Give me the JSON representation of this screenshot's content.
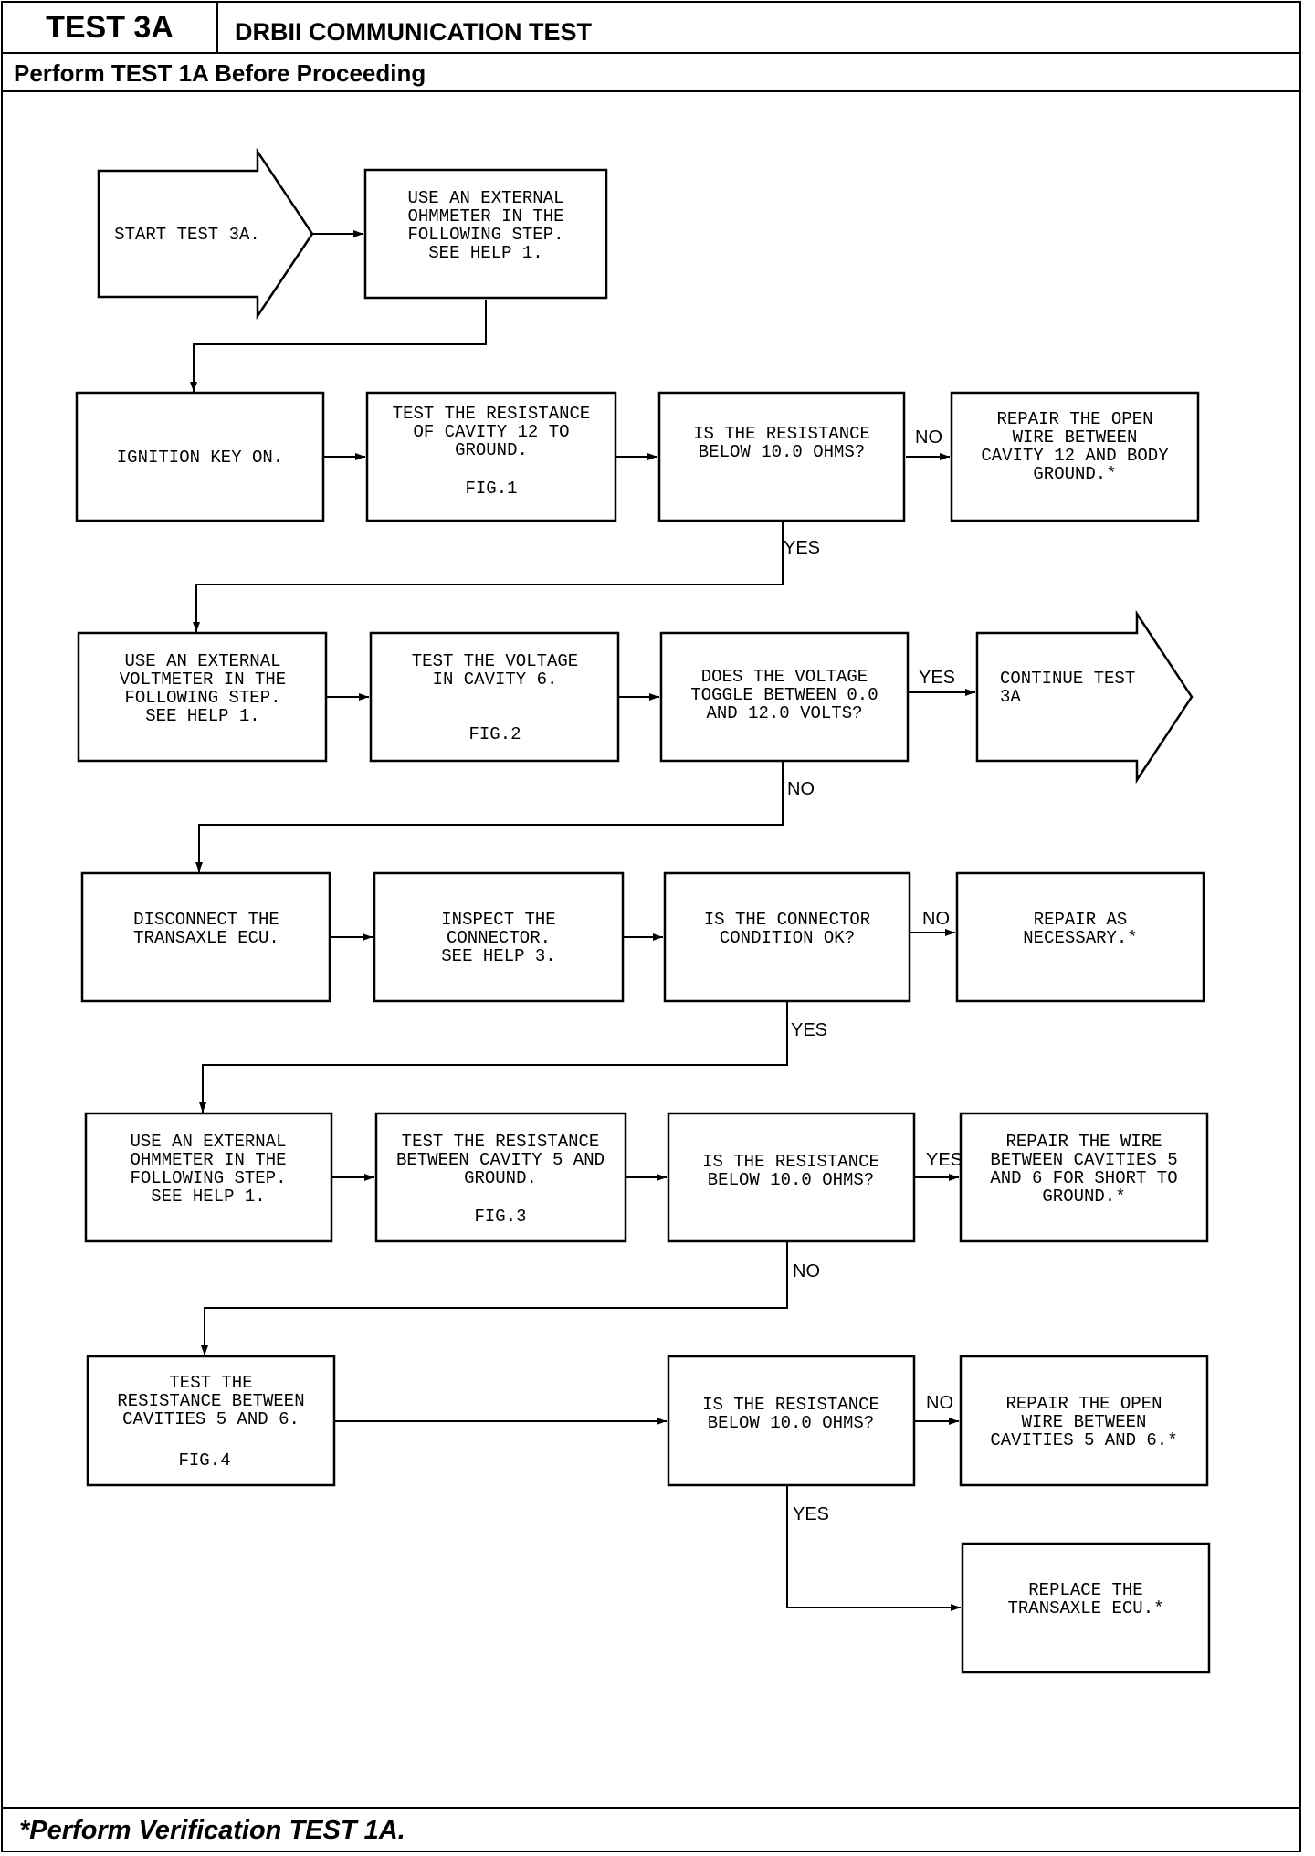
{
  "header": {
    "test_id": "TEST 3A",
    "test_name": "DRBII COMMUNICATION TEST",
    "subheader": "Perform TEST 1A Before Proceeding"
  },
  "footer": {
    "note": "*Perform Verification TEST 1A."
  },
  "nodes": {
    "start": [
      "START TEST 3A."
    ],
    "ohm_step_1": [
      "USE AN EXTERNAL",
      "OHMMETER IN THE",
      "FOLLOWING STEP.",
      "SEE HELP 1."
    ],
    "ignition": [
      "IGNITION KEY ON."
    ],
    "test_cav12": [
      "TEST THE RESISTANCE",
      "OF CAVITY 12 TO",
      "GROUND."
    ],
    "fig1": "FIG.1",
    "q_res_1": [
      "IS THE RESISTANCE",
      "BELOW 10.0 OHMS?"
    ],
    "repair_open_12": [
      "REPAIR THE OPEN",
      "WIRE BETWEEN",
      "CAVITY 12 AND BODY",
      "GROUND.*"
    ],
    "volt_step": [
      "USE AN EXTERNAL",
      "VOLTMETER IN THE",
      "FOLLOWING STEP.",
      "SEE HELP 1."
    ],
    "test_volt_6": [
      "TEST THE VOLTAGE",
      "IN CAVITY 6."
    ],
    "fig2": "FIG.2",
    "q_toggle": [
      "DOES THE VOLTAGE",
      "TOGGLE BETWEEN 0.0",
      "AND 12.0 VOLTS?"
    ],
    "continue": [
      "CONTINUE TEST",
      "3A"
    ],
    "disconnect": [
      "DISCONNECT THE",
      "TRANSAXLE ECU."
    ],
    "inspect": [
      "INSPECT THE",
      "CONNECTOR.",
      "SEE HELP 3."
    ],
    "q_connector": [
      "IS THE CONNECTOR",
      "CONDITION OK?"
    ],
    "repair_necessary": [
      "REPAIR AS",
      "NECESSARY.*"
    ],
    "ohm_step_2": [
      "USE AN EXTERNAL",
      "OHMMETER IN THE",
      "FOLLOWING STEP.",
      "SEE HELP 1."
    ],
    "test_cav5": [
      "TEST THE RESISTANCE",
      "BETWEEN CAVITY 5 AND",
      "GROUND."
    ],
    "fig3": "FIG.3",
    "q_res_2": [
      "IS THE RESISTANCE",
      "BELOW 10.0 OHMS?"
    ],
    "repair_short": [
      "REPAIR THE WIRE",
      "BETWEEN CAVITIES 5",
      "AND 6 FOR SHORT TO",
      "GROUND.*"
    ],
    "test_cav56": [
      "TEST THE",
      "RESISTANCE BETWEEN",
      "CAVITIES 5 AND 6."
    ],
    "fig4": "FIG.4",
    "q_res_3": [
      "IS THE RESISTANCE",
      "BELOW 10.0 OHMS?"
    ],
    "repair_open_56": [
      "REPAIR THE OPEN",
      "WIRE BETWEEN",
      "CAVITIES 5 AND 6.*"
    ],
    "replace_ecu": [
      "REPLACE THE",
      "TRANSAXLE ECU.*"
    ]
  },
  "labels": {
    "yes": "YES",
    "no": "NO"
  }
}
